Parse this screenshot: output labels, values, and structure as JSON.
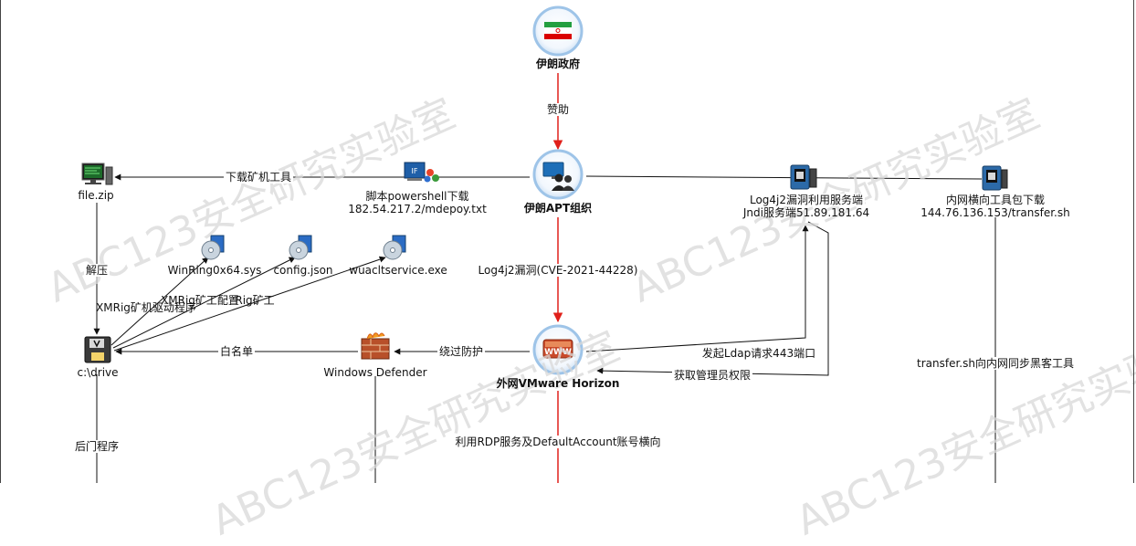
{
  "watermark": "ABC123安全研究实验室",
  "nodes": {
    "iran_gov": "伊朗政府",
    "iran_apt": "伊朗APT组织",
    "file_zip": "file.zip",
    "ps_script": {
      "line1": "脚本powershell下载",
      "line2": "182.54.217.2/mdepoy.txt"
    },
    "log4j_server": {
      "line1": "Log4j2漏洞利用服务端",
      "line2": "Jndi服务端51.89.181.64"
    },
    "lateral_tool": {
      "line1": "内网横向工具包下载",
      "line2": "144.76.136.153/transfer.sh"
    },
    "winring": "WinRing0x64.sys",
    "config_json": "config.json",
    "wuacltservice": "wuacltservice.exe",
    "c_drive": "c:\\drive",
    "defender": "Windows Defender",
    "vmware": "外网VMware Horizon"
  },
  "edges": {
    "sponsor": "赞助",
    "download_miner": "下载矿机工具",
    "unzip": "解压",
    "xmrig_driver": "XMRig矿机驱动程序",
    "xmrig_config": "XMRig矿工配置",
    "rig_miner": "Rig矿工",
    "whitelist": "白名单",
    "bypass": "绕过防护",
    "log4j_vuln": "Log4j2漏洞(CVE-2021-44228)",
    "ldap_request": "发起Ldap请求443端口",
    "admin_priv": "获取管理员权限",
    "transfer_sync": "transfer.sh向内网同步黑客工具",
    "backdoor": "后门程序",
    "rdp_lateral": "利用RDP服务及DefaultAccount账号横向"
  },
  "colors": {
    "red_edge": "#e0201a",
    "black_edge": "#111111",
    "circle_border": "#9ec4e8"
  }
}
